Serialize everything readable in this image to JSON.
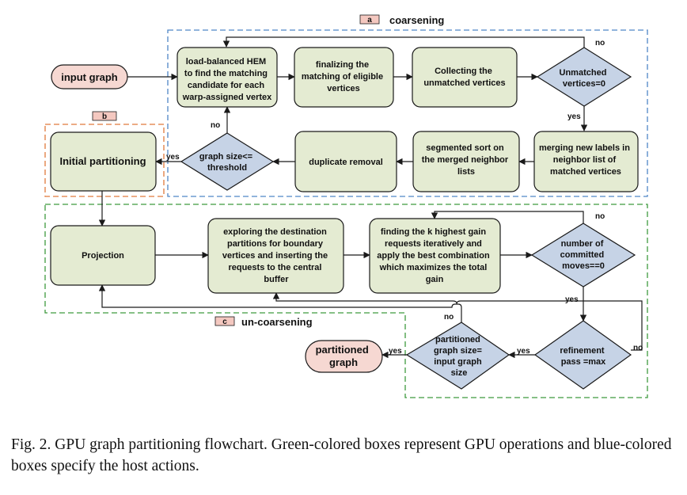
{
  "groups": {
    "a": {
      "tag": "a",
      "label": "coarsening"
    },
    "b": {
      "tag": "b"
    },
    "c": {
      "tag": "c",
      "label": "un-coarsening"
    }
  },
  "nodes": {
    "input_graph": "input graph",
    "hem": [
      "load-balanced HEM",
      "to find the matching",
      "candidate for each",
      "warp-assigned vertex"
    ],
    "finalize": [
      "finalizing the",
      "matching of eligible",
      "vertices"
    ],
    "collect": [
      "Collecting the",
      "unmatched vertices"
    ],
    "unmatched_check": [
      "Unmatched",
      "vertices=0"
    ],
    "merge_labels": [
      "merging new labels in",
      "neighbor list of",
      "matched vertices"
    ],
    "seg_sort": [
      "segmented sort on",
      "the merged neighbor",
      "lists"
    ],
    "dup_removal": "duplicate removal",
    "size_check": [
      "graph size<=",
      "threshold"
    ],
    "initial_partitioning": "Initial partitioning",
    "projection": "Projection",
    "explore": [
      "exploring the destination",
      "partitions for boundary",
      "vertices and inserting the",
      "requests to the central",
      "buffer"
    ],
    "find_k": [
      "finding the k highest  gain",
      "requests iteratively and",
      "apply the best combination",
      "which maximizes the total",
      "gain"
    ],
    "committed_check": [
      "number of",
      "committed",
      "moves==0"
    ],
    "refinement_check": [
      "refinement",
      "pass =max"
    ],
    "partitioned_check": [
      "partitioned",
      "graph size=",
      "input graph",
      "size"
    ],
    "partitioned_graph": [
      "partitioned",
      "graph"
    ]
  },
  "edge_labels": {
    "no_unmatched": "no",
    "yes_unmatched": "yes",
    "no_size": "no",
    "yes_size": "yes",
    "no_committed": "no",
    "yes_committed": "yes",
    "no_refinement": "no",
    "yes_refinement": "yes",
    "no_partitioned": "no",
    "yes_partitioned": "yes"
  },
  "colors": {
    "gpu_box": "#e4ebd2",
    "host_box": "#c6d3e6",
    "terminal": "#f6d8d2",
    "coarsening_border": "#4f86c6",
    "initial_border": "#e07a3c",
    "uncoarsening_border": "#3e9a3e"
  },
  "caption": "Fig. 2.  GPU graph partitioning flowchart. Green-colored boxes represent GPU operations and blue-colored boxes specify the host actions."
}
